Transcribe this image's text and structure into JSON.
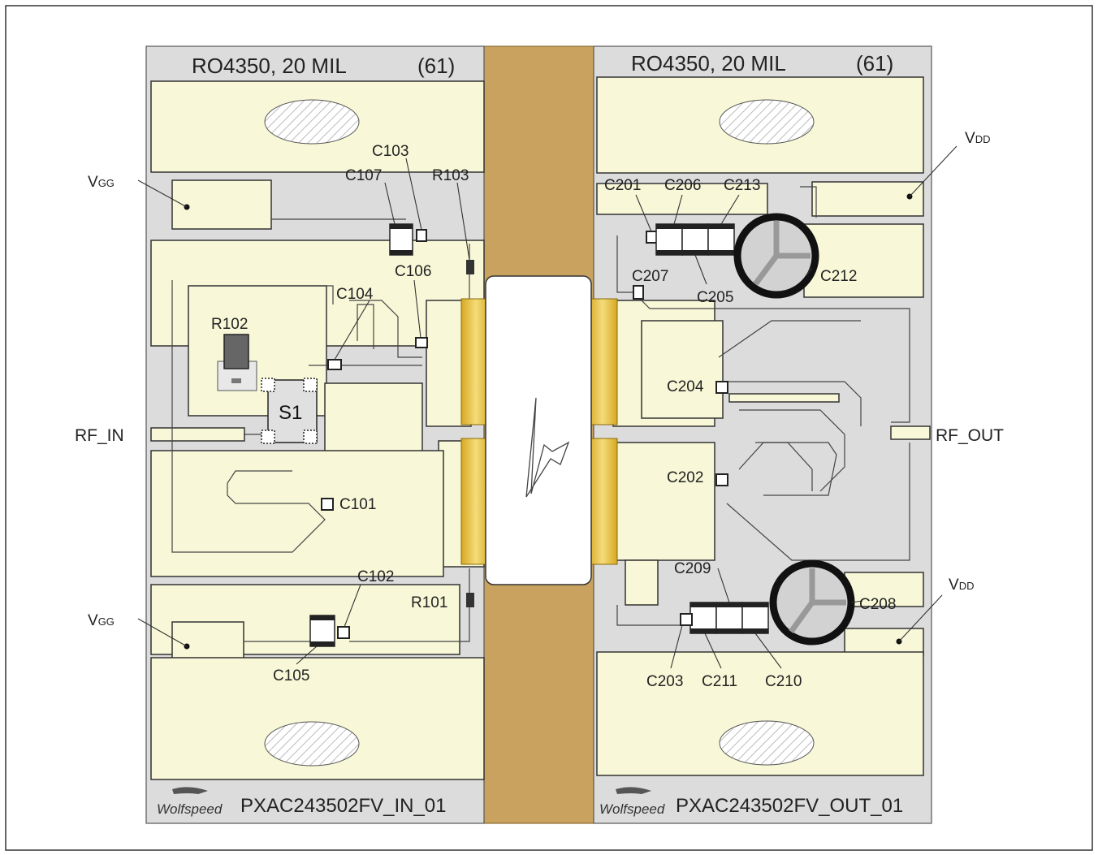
{
  "boards": {
    "input": {
      "material": "RO4350, 20 MIL",
      "code": "(61)",
      "part_number": "PXAC243502FV_IN_01",
      "logo": "Wolfspeed"
    },
    "output": {
      "material": "RO4350, 20 MIL",
      "code": "(61)",
      "part_number": "PXAC243502FV_OUT_01",
      "logo": "Wolfspeed"
    }
  },
  "ports": {
    "rf_in": "RF_IN",
    "rf_out": "RF_OUT",
    "vgg_top_main": "V",
    "vgg_top_sub": "GG",
    "vgg_bottom_main": "V",
    "vgg_bottom_sub": "GG",
    "vdd_top_main": "V",
    "vdd_top_sub": "DD",
    "vdd_bottom_main": "V",
    "vdd_bottom_sub": "DD"
  },
  "components": {
    "c101": "C101",
    "c102": "C102",
    "c103": "C103",
    "c104": "C104",
    "c105": "C105",
    "c106": "C106",
    "c107": "C107",
    "r101": "R101",
    "r102": "R102",
    "r103": "R103",
    "s1": "S1",
    "c201": "C201",
    "c202": "C202",
    "c203": "C203",
    "c204": "C204",
    "c205": "C205",
    "c206": "C206",
    "c207": "C207",
    "c208": "C208",
    "c209": "C209",
    "c210": "C210",
    "c211": "C211",
    "c212": "C212",
    "c213": "C213"
  },
  "colors": {
    "board": "#dcdcdc",
    "copper_pad": "#f8f8d8",
    "heatsink": "#c8a25e",
    "lead_gold": "#e6c24a"
  }
}
